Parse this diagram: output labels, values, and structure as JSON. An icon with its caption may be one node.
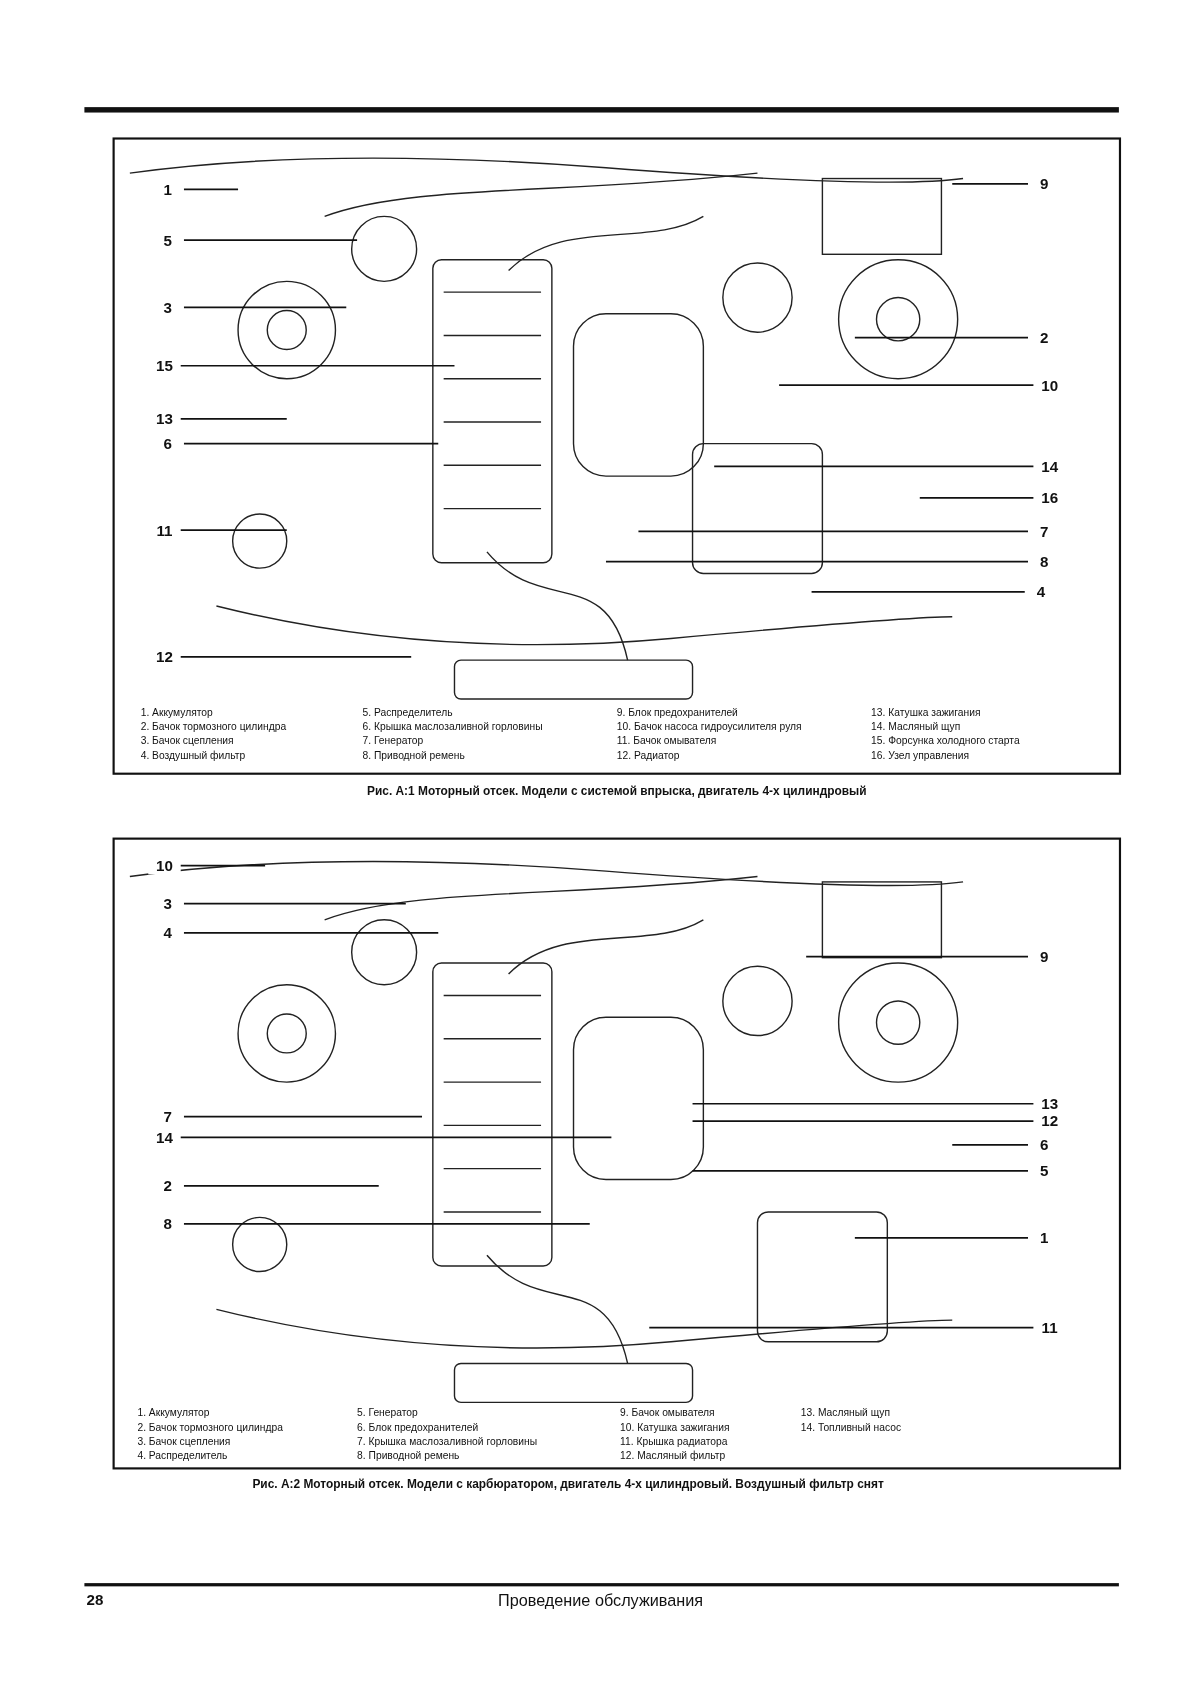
{
  "diagram": {
    "nodes": [
      {
        "text": [
          "1"
        ]
      },
      {
        "text": [
          "5"
        ]
      },
      {
        "text": [
          "3"
        ]
      },
      {
        "text": [
          "15"
        ]
      },
      {
        "text": [
          "13"
        ]
      },
      {
        "text": [
          "6"
        ]
      },
      {
        "text": [
          "11"
        ]
      },
      {
        "text": [
          "12"
        ]
      },
      {
        "text": [
          "9"
        ]
      },
      {
        "text": [
          "2"
        ]
      },
      {
        "text": [
          "10"
        ]
      },
      {
        "text": [
          "14"
        ]
      },
      {
        "text": [
          "16"
        ]
      },
      {
        "text": [
          "7"
        ]
      },
      {
        "text": [
          "8"
        ]
      },
      {
        "text": [
          "4"
        ]
      },
      {
        "text": [
          "10"
        ]
      },
      {
        "text": [
          "3"
        ]
      },
      {
        "text": [
          "4"
        ]
      },
      {
        "text": [
          "7"
        ]
      },
      {
        "text": [
          "14"
        ]
      },
      {
        "text": [
          "2"
        ]
      },
      {
        "text": [
          "8"
        ]
      },
      {
        "text": [
          "9"
        ]
      },
      {
        "text": [
          "13"
        ]
      },
      {
        "text": [
          "12"
        ]
      },
      {
        "text": [
          "6"
        ]
      },
      {
        "text": [
          "5"
        ]
      },
      {
        "text": [
          "1"
        ]
      },
      {
        "text": [
          "11"
        ]
      }
    ],
    "edges": [
      {
        "from": 0,
        "to": null,
        "arrow": "none"
      },
      {
        "from": 1,
        "to": null,
        "arrow": "none"
      },
      {
        "from": 2,
        "to": null,
        "arrow": "none"
      },
      {
        "from": 3,
        "to": null,
        "arrow": "none"
      },
      {
        "from": 4,
        "to": null,
        "arrow": "none"
      },
      {
        "from": 5,
        "to": null,
        "arrow": "none"
      },
      {
        "from": 6,
        "to": null,
        "arrow": "none"
      },
      {
        "from": 7,
        "to": null,
        "arrow": "none"
      },
      {
        "from": 8,
        "to": null,
        "arrow": "none"
      },
      {
        "from": 9,
        "to": null,
        "arrow": "none"
      },
      {
        "from": 10,
        "to": null,
        "arrow": "none"
      },
      {
        "from": 11,
        "to": null,
        "arrow": "none"
      },
      {
        "from": 12,
        "to": null,
        "arrow": "none"
      },
      {
        "from": 13,
        "to": null,
        "arrow": "none"
      },
      {
        "from": 14,
        "to": null,
        "arrow": "none"
      },
      {
        "from": 15,
        "to": null,
        "arrow": "none"
      },
      {
        "from": 16,
        "to": null,
        "arrow": "none"
      },
      {
        "from": 17,
        "to": null,
        "arrow": "none"
      },
      {
        "from": 18,
        "to": null,
        "arrow": "none"
      },
      {
        "from": 19,
        "to": null,
        "arrow": "none"
      },
      {
        "from": 20,
        "to": null,
        "arrow": "none"
      },
      {
        "from": 21,
        "to": null,
        "arrow": "none"
      },
      {
        "from": 22,
        "to": null,
        "arrow": "none"
      },
      {
        "from": 23,
        "to": null,
        "arrow": "none"
      },
      {
        "from": 24,
        "to": null,
        "arrow": "none"
      },
      {
        "from": 25,
        "to": null,
        "arrow": "none"
      },
      {
        "from": 26,
        "to": null,
        "arrow": "none"
      },
      {
        "from": 27,
        "to": null,
        "arrow": "none"
      },
      {
        "from": 28,
        "to": null,
        "arrow": "none"
      },
      {
        "from": 29,
        "to": null,
        "arrow": "none"
      }
    ],
    "labels": [
      "1. Аккумулятор",
      "2. Бачок тормозного цилиндра",
      "3. Бачок сцепления",
      "4. Воздушный фильтр",
      "5. Распределитель",
      "6. Крышка маслозаливной горловины",
      "7. Генератор",
      "8. Приводной ремень",
      "9. Блок предохранителей",
      "10. Бачок насоса гидроусилителя руля",
      "11. Бачок омывателя",
      "12. Радиатор",
      "13. Катушка зажигания",
      "14. Масляный щуп",
      "15. Форсунка холодного старта",
      "16. Узел управления",
      "Рис. А:1 Моторный отсек. Модели с системой впрыска, двигатель 4-х цилиндровый",
      "1. Аккумулятор",
      "2. Бачок тормозного цилиндра",
      "3. Бачок сцепления",
      "4. Распределитель",
      "5. Генератор",
      "6. Блок предохранителей",
      "7. Крышка маслозаливной горловины",
      "8. Приводной ремень",
      "9. Бачок омывателя",
      "10. Катушка зажигания",
      "11. Крышка радиатора",
      "12. Масляный фильтр",
      "13. Масляный щуп",
      "14. Топливный насос",
      "Рис. А:2 Моторный отсек. Модели с карбюратором, двигатель 4-х цилиндровый. Воздушный фильтр снят",
      "28",
      "Проведение обслуживания"
    ]
  }
}
